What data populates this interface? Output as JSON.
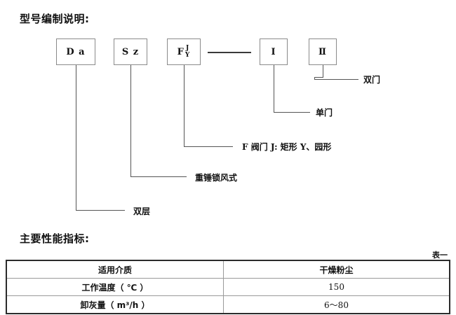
{
  "document": {
    "sections": {
      "model_coding": {
        "heading": "型号编制说明:",
        "boxes": [
          {
            "id": "da",
            "text": "D a"
          },
          {
            "id": "sz",
            "text": "S z"
          },
          {
            "id": "f",
            "text": "F",
            "numerator": "J",
            "denominator": "Y"
          },
          {
            "id": "roman-1",
            "text": "Ⅰ"
          },
          {
            "id": "roman-2",
            "text": "Ⅱ"
          }
        ],
        "annotations": [
          {
            "id": "shuangceng",
            "label": "双层"
          },
          {
            "id": "zhongchui",
            "label": "重锤锁风式"
          },
          {
            "id": "famen",
            "label": "F 阀门 J: 矩形  Y、园形"
          },
          {
            "id": "danmen",
            "label": "单门"
          },
          {
            "id": "shuangmen",
            "label": "双门"
          }
        ]
      },
      "performance": {
        "heading": "主要性能指标:",
        "table_caption": "表一",
        "table": {
          "rows": [
            {
              "label": "适用介质",
              "value": "干燥粉尘",
              "value_cjk": true
            },
            {
              "label": "工作温度（ ℃ ）",
              "value": "150",
              "value_cjk": false
            },
            {
              "label": "卸灰量（ m³/h ）",
              "value": "6～80",
              "value_cjk": false
            }
          ]
        }
      }
    }
  }
}
